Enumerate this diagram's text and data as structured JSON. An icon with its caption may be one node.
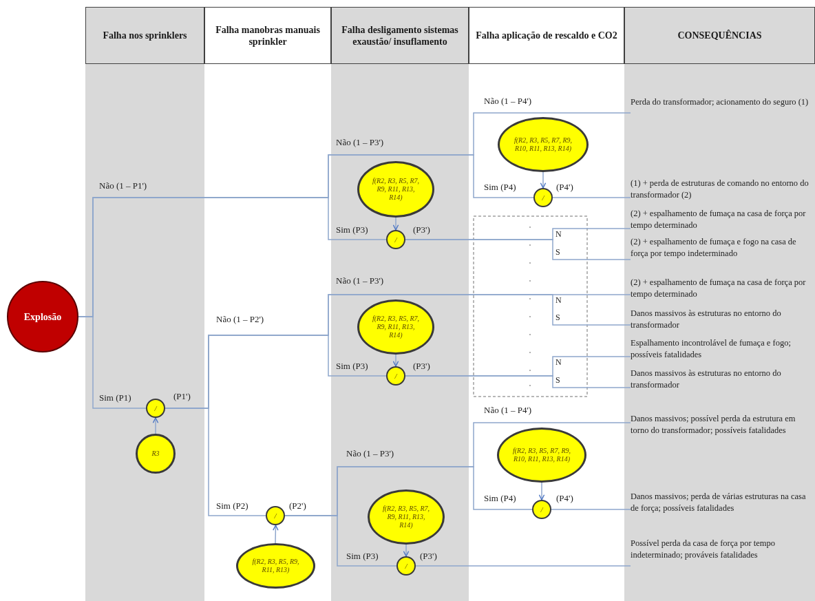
{
  "diagram": {
    "nodes": [
      {
        "text": [
          "Falha nos sprinklers"
        ]
      },
      {
        "text": [
          "Falha manobras manuais sprinkler"
        ]
      },
      {
        "text": [
          "Falha desligamento sistemas exaustão/ insuflamento"
        ]
      },
      {
        "text": [
          "Falha aplicação de rescaldo e CO2"
        ]
      },
      {
        "text": [
          "CONSEQUÊNCIAS"
        ]
      },
      {
        "text": [
          "Explosão"
        ]
      },
      {
        "text": [
          "/"
        ]
      },
      {
        "text": [
          "R3"
        ]
      },
      {
        "text": [
          "f(R2, R3, R5, R9, R11, R13)"
        ]
      },
      {
        "text": [
          "/"
        ]
      },
      {
        "text": [
          "f(R2, R3, R5, R7, R9, R11, R13, R14)"
        ]
      },
      {
        "text": [
          "/"
        ]
      },
      {
        "text": [
          "f(R2, R3, R5, R7, R9, R11, R13, R14)"
        ]
      },
      {
        "text": [
          "/"
        ]
      },
      {
        "text": [
          "f(R2, R3, R5, R7, R9, R11, R13, R14)"
        ]
      },
      {
        "text": [
          "/"
        ]
      },
      {
        "text": [
          "f(R2, R3, R5, R7, R9, R10, R11, R13, R14)"
        ]
      },
      {
        "text": [
          "/"
        ]
      },
      {
        "text": [
          "f(R2, R3, R5, R7, R9, R10, R11, R13, R14)"
        ]
      },
      {
        "text": [
          "/"
        ]
      },
      {
        "text": [
          "Perda do transformador; acionamento do seguro (1)"
        ]
      },
      {
        "text": [
          "(1) + perda de estruturas de comando no entorno do transformador (2)"
        ]
      },
      {
        "text": [
          "(2) + espalhamento de fumaça na casa de força por tempo determinado"
        ]
      },
      {
        "text": [
          "(2) + espalhamento de fumaça e fogo na casa de força por tempo indeterminado"
        ]
      },
      {
        "text": [
          "(2) + espalhamento de fumaça na casa de força por tempo determinado"
        ]
      },
      {
        "text": [
          "Danos massivos às estruturas no entorno do transformador"
        ]
      },
      {
        "text": [
          "Espalhamento incontrolável de fumaça e fogo; possíveis fatalidades"
        ]
      },
      {
        "text": [
          "Danos massivos às estruturas no entorno do transformador"
        ]
      },
      {
        "text": [
          "Danos massivos; possível perda da estrutura em torno do transformador; possíveis fatalidades"
        ]
      },
      {
        "text": [
          "Danos massivos; perda de várias estruturas na casa de força; possíveis fatalidades"
        ]
      },
      {
        "text": [
          "Possível perda da casa de força por tempo indeterminado; prováveis fatalidades"
        ]
      }
    ],
    "edges": [
      {
        "from": 5,
        "to": 6,
        "arrow": "none"
      },
      {
        "from": 5,
        "to": 20,
        "arrow": "none"
      },
      {
        "from": 5,
        "to": 17,
        "arrow": "none"
      },
      {
        "from": 5,
        "to": 11,
        "arrow": "none"
      },
      {
        "from": 7,
        "to": 6,
        "arrow": "to"
      },
      {
        "from": 8,
        "to": 9,
        "arrow": "to"
      },
      {
        "from": 10,
        "to": 11,
        "arrow": "to"
      },
      {
        "from": 12,
        "to": 13,
        "arrow": "to"
      },
      {
        "from": 14,
        "to": 15,
        "arrow": "to"
      },
      {
        "from": 16,
        "to": 17,
        "arrow": "to"
      },
      {
        "from": 18,
        "to": 19,
        "arrow": "to"
      },
      {
        "from": 17,
        "to": 21,
        "arrow": "none"
      },
      {
        "from": 11,
        "to": 22,
        "label": "N",
        "arrow": "none"
      },
      {
        "from": 11,
        "to": 23,
        "label": "S",
        "arrow": "none"
      },
      {
        "from": 6,
        "to": 24,
        "label": "N",
        "arrow": "none"
      },
      {
        "from": 6,
        "to": 25,
        "label": "S",
        "arrow": "none"
      },
      {
        "from": 6,
        "to": 13,
        "arrow": "none"
      },
      {
        "from": 6,
        "to": 9,
        "arrow": "none"
      },
      {
        "from": 13,
        "to": 26,
        "label": "N",
        "arrow": "none"
      },
      {
        "from": 13,
        "to": 27,
        "label": "S",
        "arrow": "none"
      },
      {
        "from": 9,
        "to": 28,
        "arrow": "none"
      },
      {
        "from": 9,
        "to": 19,
        "arrow": "none"
      },
      {
        "from": 9,
        "to": 15,
        "arrow": "none"
      },
      {
        "from": 19,
        "to": 29,
        "arrow": "none"
      },
      {
        "from": 15,
        "to": 30,
        "arrow": "none"
      }
    ],
    "labels": [
      "Não (1 – P1')",
      "Sim (P1)",
      "(P1')",
      "Não (1 – P2')",
      "Sim (P2)",
      "(P2')",
      "Não (1 – P3')",
      "Sim (P3)",
      "(P3')",
      "Não (1 – P3')",
      "Sim (P3)",
      "(P3')",
      "Não (1 – P3')",
      "Sim (P3)",
      "(P3')",
      "Não (1 – P4')",
      "Sim (P4)",
      "(P4')",
      "Não (1 – P4')",
      "Sim (P4)",
      "(P4')"
    ]
  }
}
